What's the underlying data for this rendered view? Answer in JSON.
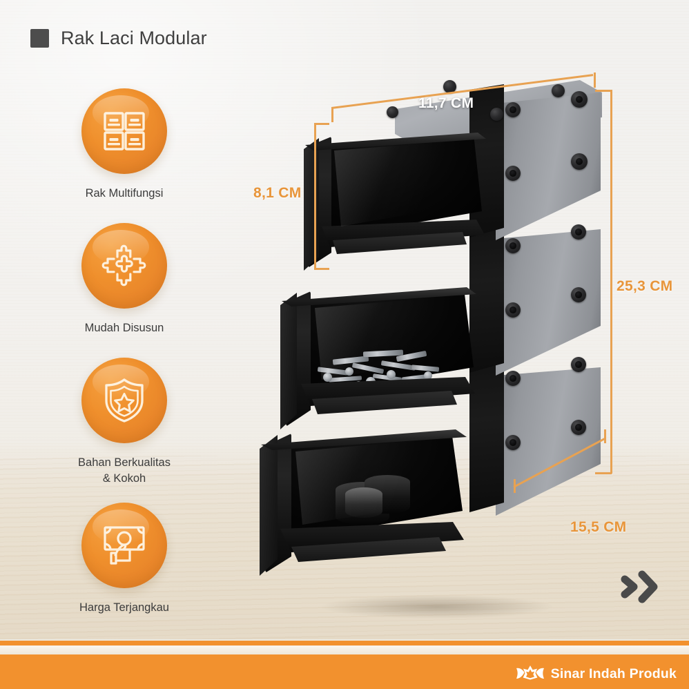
{
  "page": {
    "title": "Rak Laci Modular",
    "bullet_icon": "square-bullet-icon",
    "background_color": "#f2f1ef",
    "accent_color": "#ef8f2c",
    "title_color": "#3f3f3f"
  },
  "features": [
    {
      "icon": "cabinet-grid-icon",
      "label": "Rak Multifungsi",
      "label_line2": ""
    },
    {
      "icon": "puzzle-pieces-icon",
      "label": "Mudah Disusun",
      "label_line2": ""
    },
    {
      "icon": "shield-star-icon",
      "label": "Bahan Berkualitas",
      "label_line2": "& Kokoh"
    },
    {
      "icon": "money-hand-icon",
      "label": "Harga Terjangkau",
      "label_line2": ""
    }
  ],
  "product": {
    "name": "modular-drawer-rack",
    "color": "black",
    "drawer_count": 3,
    "contents": [
      {
        "drawer": "top",
        "items": "empty"
      },
      {
        "drawer": "middle",
        "items": "screws-and-wall-plugs"
      },
      {
        "drawer": "bottom",
        "items": "black-tape-rolls"
      }
    ]
  },
  "dimensions": {
    "width": {
      "value": "11,7 CM",
      "position": "top",
      "style": "white"
    },
    "height_single": {
      "value": "8,1 CM",
      "position": "left",
      "style": "orange"
    },
    "height_total": {
      "value": "25,3 CM",
      "position": "right",
      "style": "orange"
    },
    "depth": {
      "value": "15,5 CM",
      "position": "bottom-right",
      "style": "orange"
    }
  },
  "arrows": {
    "icon": "double-chevron-right-icon",
    "color": "#4a4a4a"
  },
  "footer": {
    "brand_name": "Sinar Indah Produk",
    "logo_icon": "crown-wings-logo-icon",
    "band_color": "#f2912e",
    "text_color": "#ffffff"
  }
}
